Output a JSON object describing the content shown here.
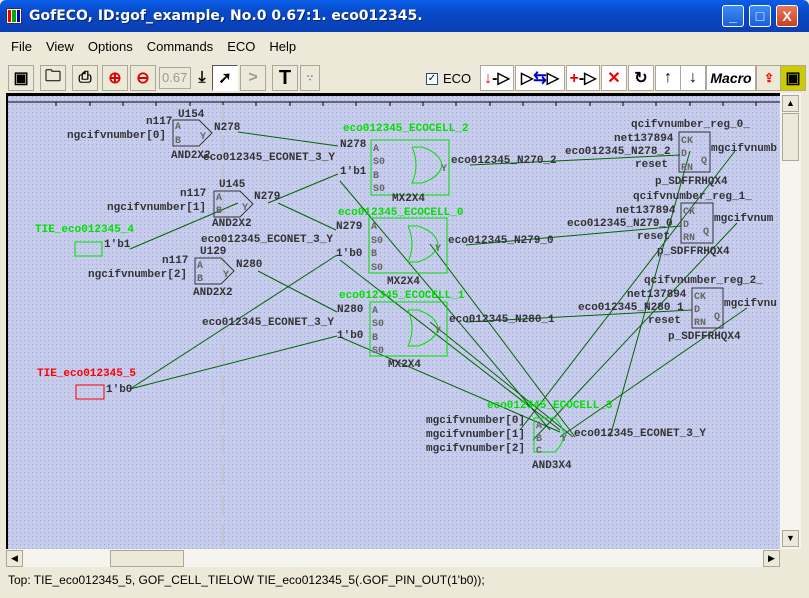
{
  "window": {
    "title": "GofECO, ID:gof_example, No.0 0.67:1. eco012345.",
    "minimize": "_",
    "maximize": "□",
    "close": "X"
  },
  "menu": [
    "File",
    "View",
    "Options",
    "Commands",
    "ECO",
    "Help"
  ],
  "toolbar": {
    "zoom_value": "0.67",
    "eco_label": "ECO",
    "eco_checked": "✓",
    "macro_label": "Macro",
    "text_tool": "T"
  },
  "colors": {
    "canvas": "#c8cceb",
    "wire": "#006600",
    "eco_cell": "#00e000",
    "tie_low": "#ff0000"
  },
  "schematic": {
    "u154": {
      "name": "U154",
      "type": "AND2X2",
      "in_a": "n117",
      "in_b": "ngcifvnumber[0]",
      "out": "N278"
    },
    "u145": {
      "name": "U145",
      "type": "AND2X2",
      "in_a": "n117",
      "in_b": "ngcifvnumber[1]",
      "out": "N279"
    },
    "u129": {
      "name": "U129",
      "type": "AND2X2",
      "in_a": "n117",
      "in_b": "ngcifvnumber[2]",
      "out": "N280"
    },
    "tie4": {
      "name": "TIE_eco012345_4",
      "out": "1'b1"
    },
    "tie5": {
      "name": "TIE_eco012345_5",
      "out": "1'b0"
    },
    "ecocell2": {
      "name": "eco012345_ECOCELL_2",
      "type": "MX2X4",
      "in_a": "N278",
      "sel": "eco012345_ECONET_3_Y",
      "in_b": "1'b1",
      "out": "eco012345_N270_2"
    },
    "ecocell0": {
      "name": "eco012345_ECOCELL_0",
      "type": "MX2X4",
      "in_a": "N279",
      "sel": "eco012345_ECONET_3_Y",
      "in_b": "1'b0",
      "out": "eco012345_N279_0"
    },
    "ecocell1": {
      "name": "eco012345_ECOCELL_1",
      "type": "MX2X4",
      "in_a": "N280",
      "sel": "eco012345_ECONET_3_Y",
      "in_b": "1'b0",
      "out": "eco012345_N280_1"
    },
    "ecocell3": {
      "name": "eco012345_ECOCELL_3",
      "type": "AND3X4",
      "in_a": "mgcifvnumber[0]",
      "in_b": "mgcifvnumber[1]",
      "in_c": "mgcifvnumber[2]",
      "out": "eco012345_ECONET_3_Y"
    },
    "reg0": {
      "name": "qcifvnumber_reg_0_",
      "type": "p_SDFFRHQX4",
      "ck": "net137894",
      "d": "eco012345_N278_2",
      "rn": "reset",
      "q": "mgcifvnumb"
    },
    "reg1": {
      "name": "qcifvnumber_reg_1_",
      "type": "p_SDFFRHQX4",
      "ck": "net137894",
      "d": "eco012345_N279_0",
      "rn": "reset",
      "q": "mgcifvnum"
    },
    "reg2": {
      "name": "qcifvnumber_reg_2_",
      "type": "p_SDFFRHQX4",
      "ck": "net137894",
      "d": "eco012345_N280_1",
      "rn": "reset",
      "q": "mgcifvnu"
    },
    "pins": {
      "a": "A",
      "b": "B",
      "c": "C",
      "y": "Y",
      "s0": "S0",
      "ck": "CK",
      "d": "D",
      "q": "Q",
      "rn": "RN"
    }
  },
  "status": "Top: TIE_eco012345_5, GOF_CELL_TIELOW TIE_eco012345_5(.GOF_PIN_OUT(1'b0));"
}
